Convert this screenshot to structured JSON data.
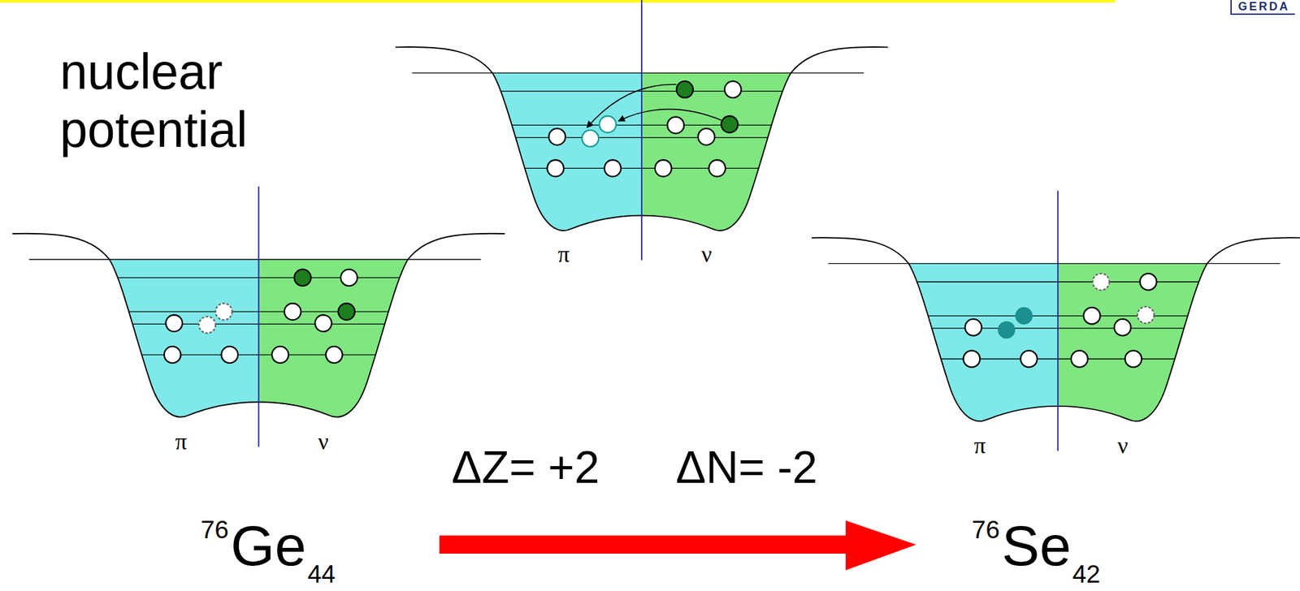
{
  "diagram": {
    "labels": [
      "nuclear potential",
      "π",
      "ν",
      "π",
      "ν",
      "ΔZ= +2",
      "ΔN= -2",
      "π",
      "ν",
      "76",
      "Ge",
      "44",
      "76",
      "Se",
      "42",
      "GERDA"
    ]
  }
}
